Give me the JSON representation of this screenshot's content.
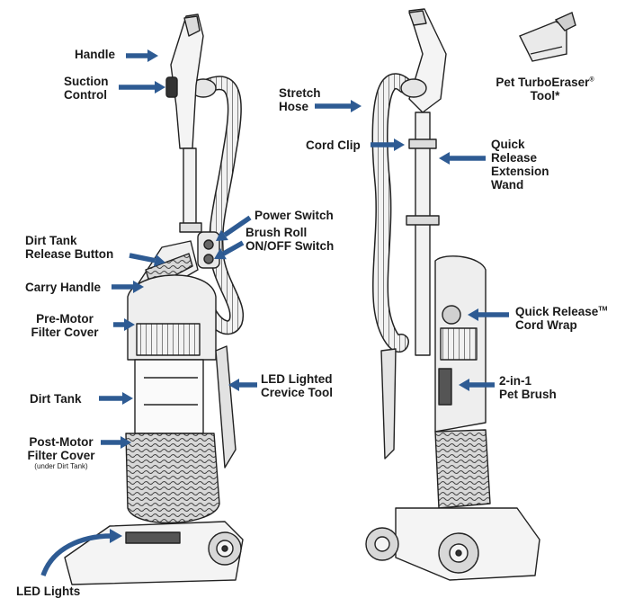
{
  "colors": {
    "arrow": "#2e5b93",
    "line": "#222222",
    "fill_light": "#f4f4f4",
    "fill_mid": "#cfcfcf",
    "fill_dark": "#6b6b6b"
  },
  "labels": {
    "handle": "Handle",
    "suction_1": "Suction",
    "suction_2": "Control",
    "dirt_tank_release_1": "Dirt Tank",
    "dirt_tank_release_2": "Release Button",
    "carry_handle": "Carry Handle",
    "pre_motor_1": "Pre-Motor",
    "pre_motor_2": "Filter Cover",
    "dirt_tank": "Dirt Tank",
    "post_motor_1": "Post-Motor",
    "post_motor_2": "Filter Cover",
    "post_motor_note": "(under Dirt Tank)",
    "led_lights": "LED Lights",
    "power_switch": "Power Switch",
    "brush_roll_1": "Brush Roll",
    "brush_roll_2": "ON/OFF Switch",
    "led_crevice_1": "LED Lighted",
    "led_crevice_2": "Crevice Tool",
    "stretch_hose_1": "Stretch",
    "stretch_hose_2": "Hose",
    "cord_clip": "Cord Clip",
    "quick_release_wand_1": "Quick",
    "quick_release_wand_2": "Release",
    "quick_release_wand_3": "Extension",
    "quick_release_wand_4": "Wand",
    "pet_tool_1": "Pet TurboEraser",
    "pet_tool_sup": "®",
    "pet_tool_2": "Tool*",
    "cord_wrap_1": "Quick Release",
    "cord_wrap_sup": "TM",
    "cord_wrap_2": "Cord Wrap",
    "pet_brush_1": "2-in-1",
    "pet_brush_2": "Pet Brush"
  }
}
